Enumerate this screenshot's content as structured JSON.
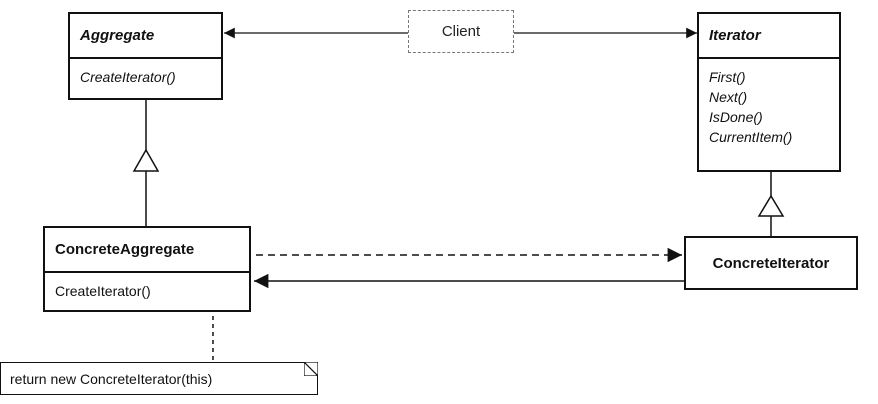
{
  "diagram": {
    "client": {
      "label": "Client"
    },
    "aggregate": {
      "name": "Aggregate",
      "abstract": true,
      "operations": [
        "CreateIterator()"
      ]
    },
    "iterator": {
      "name": "Iterator",
      "abstract": true,
      "operations": [
        "First()",
        "Next()",
        "IsDone()",
        "CurrentItem()"
      ]
    },
    "concrete_aggregate": {
      "name": "ConcreteAggregate",
      "operations": [
        "CreateIterator()"
      ]
    },
    "concrete_iterator": {
      "name": "ConcreteIterator"
    },
    "note": {
      "text": "return new ConcreteIterator(this)"
    },
    "relations": [
      {
        "from": "client",
        "to": "aggregate",
        "kind": "association"
      },
      {
        "from": "client",
        "to": "iterator",
        "kind": "association"
      },
      {
        "from": "concrete_aggregate",
        "to": "aggregate",
        "kind": "inheritance"
      },
      {
        "from": "concrete_iterator",
        "to": "iterator",
        "kind": "inheritance"
      },
      {
        "from": "concrete_aggregate",
        "to": "concrete_iterator",
        "kind": "creates"
      },
      {
        "from": "concrete_iterator",
        "to": "concrete_aggregate",
        "kind": "association"
      },
      {
        "from": "note",
        "to": "concrete_aggregate",
        "kind": "annotation"
      }
    ],
    "colors": {
      "line": "#111111",
      "dashed_box": "#777777"
    }
  }
}
